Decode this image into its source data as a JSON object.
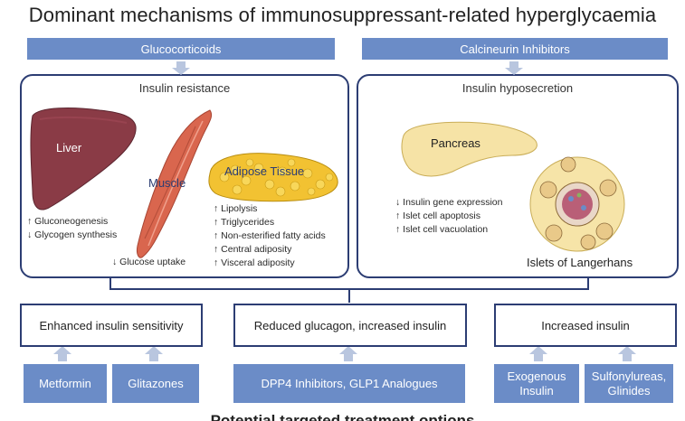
{
  "title": "Dominant mechanisms of immunosuppressant-related hyperglycaemia",
  "left_header": "Glucocorticoids",
  "right_header": "Calcineurin Inhibitors",
  "left_panel": {
    "subtitle": "Insulin resistance",
    "organs": {
      "liver": "Liver",
      "muscle": "Muscle",
      "adipose": "Adipose Tissue"
    },
    "liver_effects": [
      "↑ Gluconeogenesis",
      "↓ Glycogen synthesis"
    ],
    "muscle_effect": "↓ Glucose uptake",
    "adipose_effects": [
      "↑ Lipolysis",
      "↑ Triglycerides",
      "↑ Non-esterified fatty acids",
      "↑ Central adiposity",
      "↑ Visceral adiposity"
    ]
  },
  "right_panel": {
    "subtitle": "Insulin hyposecretion",
    "organs": {
      "pancreas": "Pancreas",
      "islets": "Islets of Langerhans"
    },
    "effects": [
      "↓ Insulin gene expression",
      "↑ Islet cell apoptosis",
      "↑ Islet cell vacuolation"
    ]
  },
  "mechanisms": [
    "Enhanced insulin sensitivity",
    "Reduced glucagon, increased insulin",
    "Increased insulin"
  ],
  "drugs": {
    "metformin": "Metformin",
    "glitazones": "Glitazones",
    "dpp4": "DPP4 Inhibitors, GLP1 Analogues",
    "exogenous": [
      "Exogenous",
      "Insulin"
    ],
    "sulfonylureas": [
      "Sulfonylureas,",
      "Glinides"
    ]
  },
  "footer": "Potential targeted treatment options",
  "colors": {
    "header_blue": "#6b8cc7",
    "border_navy": "#2c3d73",
    "arrow_light": "#b9c6df",
    "liver": "#8a3b46",
    "muscle": "#d9664e",
    "adipose": "#f2c232",
    "pancreas": "#f6e3a6"
  }
}
